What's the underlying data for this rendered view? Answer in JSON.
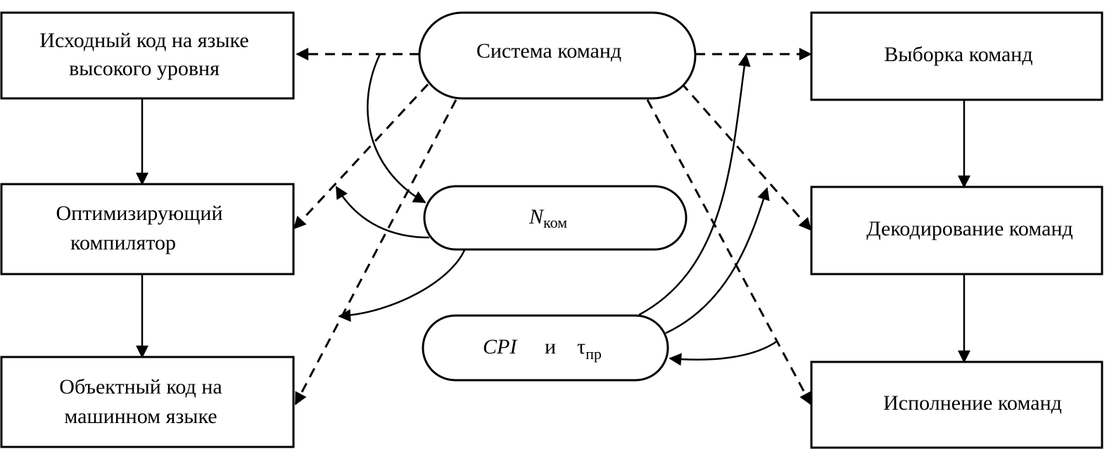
{
  "left": {
    "source_code": [
      "Исходный код на языке",
      "высокого уровня"
    ],
    "compiler": [
      "Оптимизирующий",
      "компилятор"
    ],
    "object_code": [
      "Объектный код на",
      "машинном языке"
    ]
  },
  "center": {
    "isa": "Система команд",
    "ncom_base": "N",
    "ncom_sub": "ком",
    "cpi": "CPI",
    "conj": "и",
    "tau_base": "τ",
    "tau_sub": "пр"
  },
  "right": {
    "fetch": "Выборка команд",
    "decode": "Декодирование команд",
    "execute": "Исполнение команд"
  }
}
